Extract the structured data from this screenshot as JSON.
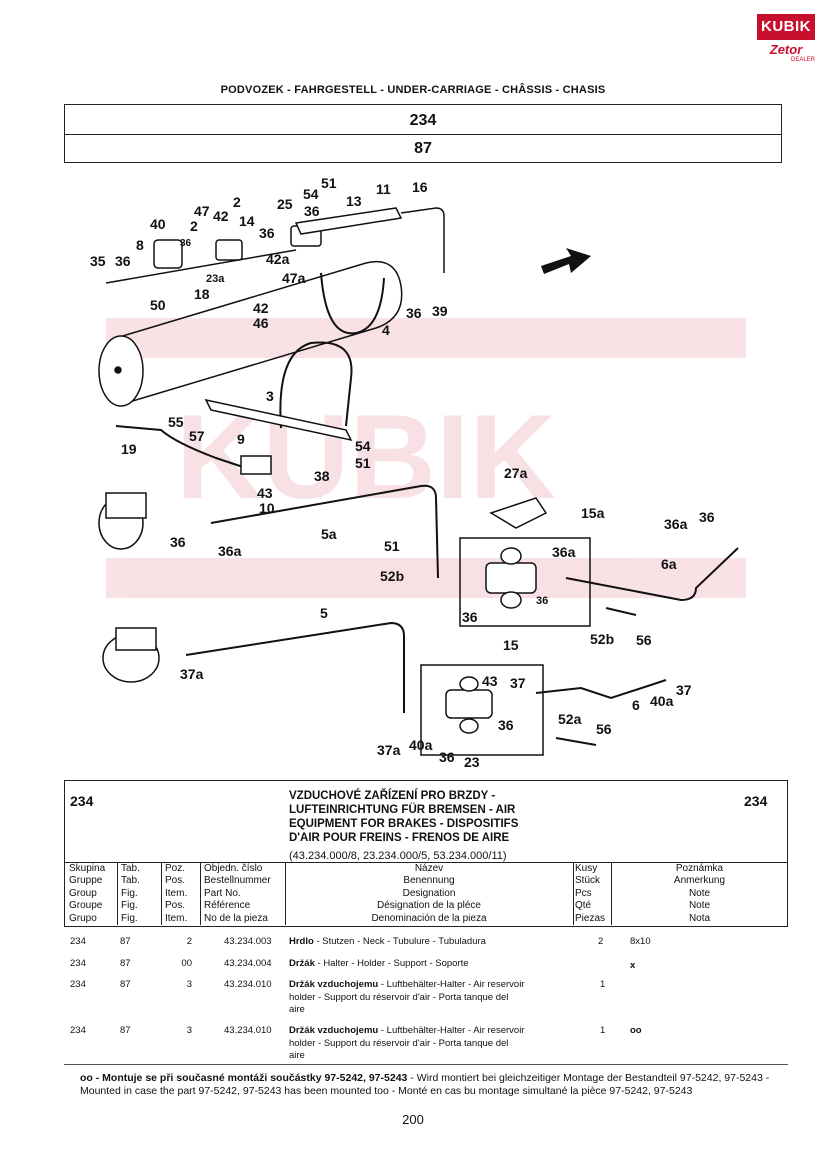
{
  "brand": {
    "logo_top": "KUBIK",
    "logo_bottom": "Zetor",
    "logo_sub": "DEALER"
  },
  "header": {
    "section_title": "PODVOZEK - FAHRGESTELL - UNDER-CARRIAGE - CHÂSSIS - CHASIS",
    "group_number": "234",
    "table_number": "87"
  },
  "diagram": {
    "callouts": [
      "51",
      "54",
      "11",
      "16",
      "2",
      "47",
      "42",
      "14",
      "25",
      "36",
      "13",
      "40",
      "2",
      "36",
      "36",
      "8",
      "35",
      "36",
      "23a",
      "42a",
      "47a",
      "18",
      "42",
      "46",
      "50",
      "36",
      "39",
      "4",
      "3",
      "55",
      "57",
      "19",
      "9",
      "54",
      "51",
      "38",
      "43",
      "10",
      "27a",
      "36",
      "36a",
      "5a",
      "15a",
      "36a",
      "36",
      "6a",
      "51",
      "52b",
      "36a",
      "36",
      "36",
      "52b",
      "56",
      "5",
      "15",
      "43",
      "37",
      "37a",
      "37",
      "40a",
      "6",
      "36",
      "52a",
      "56",
      "37a",
      "40a",
      "36",
      "23"
    ],
    "watermark": "KUBIK"
  },
  "description": {
    "group_left": "234",
    "group_right": "234",
    "title_lines": [
      "VZDUCHOVÉ ZAŘÍZENÍ PRO BRZDY -",
      "LUFTEINRICHTUNG FÜR BREMSEN - AIR",
      "EQUIPMENT FOR BRAKES - DISPOSITIFS",
      "D'AIR POUR FREINS - FRENOS DE AIRE"
    ],
    "codes": "(43.234.000/8, 23.234.000/5, 53.234.000/11)"
  },
  "table": {
    "columns": {
      "group": [
        "Skupina",
        "Gruppe",
        "Group",
        "Groupe",
        "Grupo"
      ],
      "tab": [
        "Tab.",
        "Tab.",
        "Fig.",
        "Fig.",
        "Fig."
      ],
      "pos": [
        "Poz.",
        "Pos.",
        "Item.",
        "Pos.",
        "Item."
      ],
      "part": [
        "Objedn. číslo",
        "Bestellnummer",
        "Part No.",
        "Référence",
        "No de la pieza"
      ],
      "name": [
        "Název",
        "Benennung",
        "Designation",
        "Désignation de la pléce",
        "Denominación de la pieza"
      ],
      "qty": [
        "Kusy",
        "Stück",
        "Pcs",
        "Qté",
        "Piezas"
      ],
      "note": [
        "Poznámka",
        "Anmerkung",
        "Note",
        "Note",
        "Nota"
      ]
    },
    "rows": [
      {
        "group": "234",
        "tab": "87",
        "pos": "2",
        "part": "43.234.003",
        "name_bold": "Hrdlo",
        "name_rest": " - Stutzen - Neck - Tubulure - Tubuladura",
        "name_lines": [],
        "qty": "2",
        "note": "8x10"
      },
      {
        "group": "234",
        "tab": "87",
        "pos": "00",
        "part": "43.234.004",
        "name_bold": "Držák",
        "name_rest": " - Halter - Holder - Support - Soporte",
        "name_lines": [],
        "qty": "",
        "note": "x"
      },
      {
        "group": "234",
        "tab": "87",
        "pos": "3",
        "part": "43.234.010",
        "name_bold": "Držák vzduchojemu",
        "name_rest": " - Luftbehälter-Halter - Air reservoir",
        "name_lines": [
          "holder - Support du réservoir d'air - Porta tanque del",
          "aire"
        ],
        "qty": "1",
        "note": ""
      },
      {
        "group": "234",
        "tab": "87",
        "pos": "3",
        "part": "43.234.010",
        "name_bold": "Držák vzduchojemu",
        "name_rest": " - Luftbehälter-Halter - Air reservoir",
        "name_lines": [
          "holder - Support du réservoir d'air - Porta tanque del",
          "aire"
        ],
        "qty": "1",
        "note": "oo"
      }
    ]
  },
  "footnote": {
    "bold": "oo - Montuje se při současné montáži součástky 97-5242, 97-5243",
    "rest": " - Wird montiert bei gleichzeitiger Montage der Bestandteil 97-5242, 97-5243  - Mounted in case the part  97-5242, 97-5243 has been mounted too - Monté en cas bu montage simultané la pièce 97-5242,  97-5243"
  },
  "page_number": "200"
}
